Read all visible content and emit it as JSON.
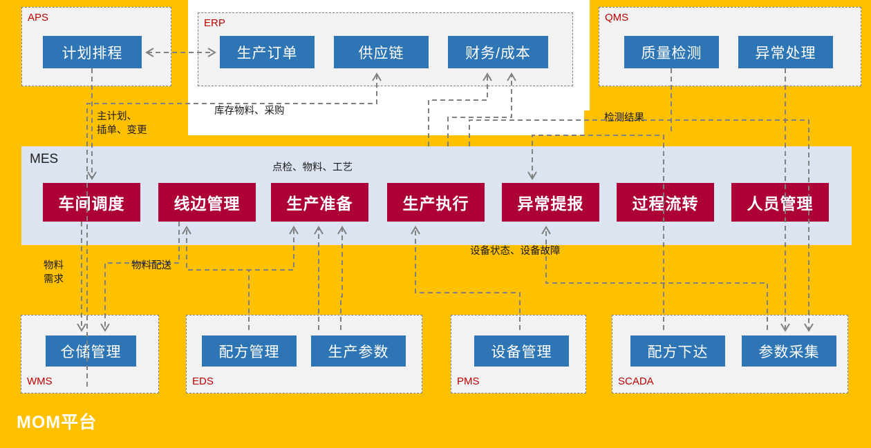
{
  "platform": {
    "title": "MOM平台",
    "background_color": "#FFC000"
  },
  "colors": {
    "platform_orange": "#FFC000",
    "module_blue": "#2E75B6",
    "mes_crimson": "#AD0036",
    "mes_panel": "#DCE3F1",
    "group_fill": "#F2F2F2",
    "group_label_red": "#C00000",
    "connector_grey": "#808080"
  },
  "groups": [
    {
      "key": "aps",
      "label": "APS",
      "label_pos": "top-left",
      "modules": [
        "计划排程"
      ]
    },
    {
      "key": "erp",
      "label": "ERP",
      "label_pos": "top-left",
      "modules": [
        "生产订单",
        "供应链",
        "财务/成本"
      ]
    },
    {
      "key": "qms",
      "label": "QMS",
      "label_pos": "top-left",
      "modules": [
        "质量检测",
        "异常处理"
      ]
    },
    {
      "key": "wms",
      "label": "WMS",
      "label_pos": "bottom-left",
      "modules": [
        "仓储管理"
      ]
    },
    {
      "key": "eds",
      "label": "EDS",
      "label_pos": "bottom-left",
      "modules": [
        "配方管理",
        "生产参数"
      ]
    },
    {
      "key": "pms",
      "label": "PMS",
      "label_pos": "bottom-left",
      "modules": [
        "设备管理"
      ]
    },
    {
      "key": "scada",
      "label": "SCADA",
      "label_pos": "bottom-left",
      "modules": [
        "配方下达",
        "参数采集"
      ]
    }
  ],
  "mes": {
    "title": "MES",
    "modules": [
      "车间调度",
      "线边管理",
      "生产准备",
      "生产执行",
      "异常提报",
      "过程流转",
      "人员管理"
    ]
  },
  "connector_labels": [
    {
      "key": "master-plan",
      "text": "主计划、\n插单、变更"
    },
    {
      "key": "inventory-buy",
      "text": "库存物料、采购"
    },
    {
      "key": "inspect-result",
      "text": "检测结果"
    },
    {
      "key": "check-mat-craft",
      "text": "点检、物料、工艺"
    },
    {
      "key": "material-demand",
      "text": "物料\n需求"
    },
    {
      "key": "material-deliver",
      "text": "物料配送"
    },
    {
      "key": "equip-status",
      "text": "设备状态、设备故障"
    }
  ]
}
